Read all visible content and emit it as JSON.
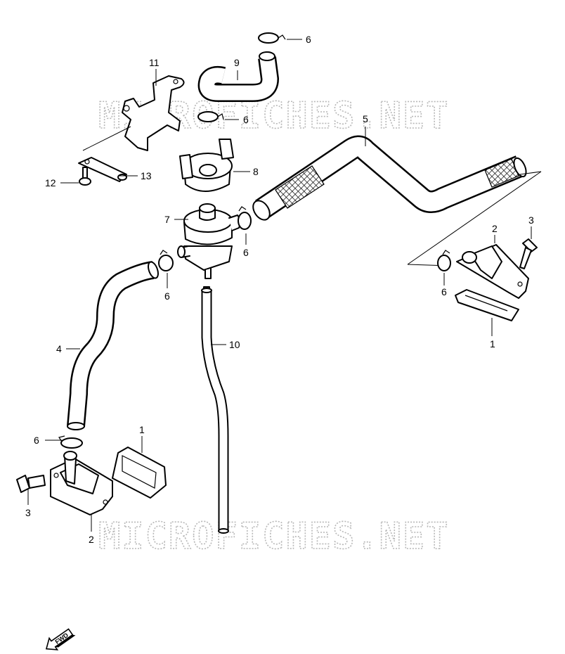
{
  "watermark": "MICROFICHES.NET",
  "fwd_label": "FWD",
  "callouts": [
    {
      "id": "c1a",
      "label": "1"
    },
    {
      "id": "c1b",
      "label": "1"
    },
    {
      "id": "c2a",
      "label": "2"
    },
    {
      "id": "c2b",
      "label": "2"
    },
    {
      "id": "c3a",
      "label": "3"
    },
    {
      "id": "c3b",
      "label": "3"
    },
    {
      "id": "c4",
      "label": "4"
    },
    {
      "id": "c5",
      "label": "5"
    },
    {
      "id": "c6a",
      "label": "6"
    },
    {
      "id": "c6b",
      "label": "6"
    },
    {
      "id": "c6c",
      "label": "6"
    },
    {
      "id": "c6d",
      "label": "6"
    },
    {
      "id": "c6e",
      "label": "6"
    },
    {
      "id": "c6f",
      "label": "6"
    },
    {
      "id": "c7",
      "label": "7"
    },
    {
      "id": "c8",
      "label": "8"
    },
    {
      "id": "c9",
      "label": "9"
    },
    {
      "id": "c10",
      "label": "10"
    },
    {
      "id": "c11",
      "label": "11"
    },
    {
      "id": "c12",
      "label": "12"
    },
    {
      "id": "c13",
      "label": "13"
    }
  ]
}
